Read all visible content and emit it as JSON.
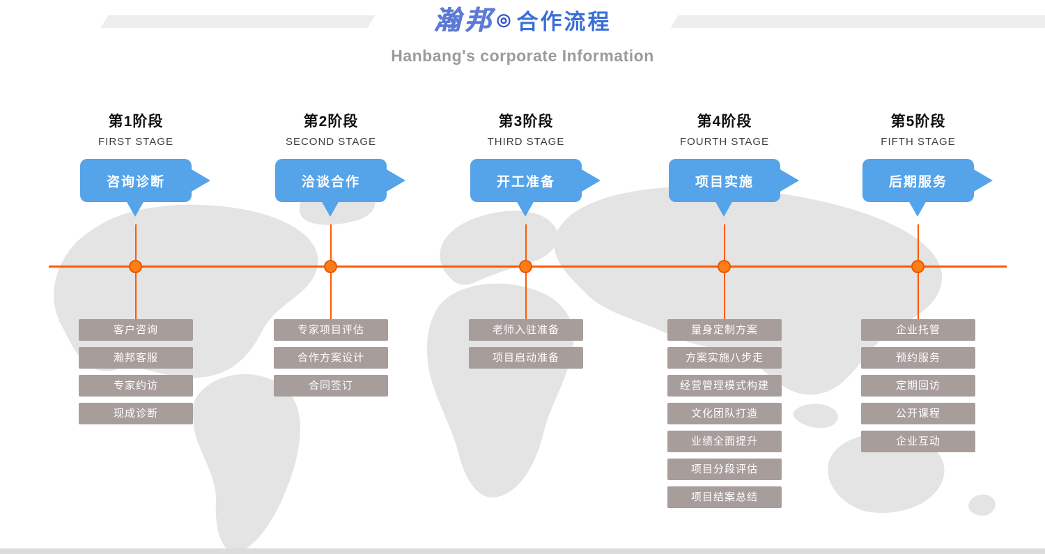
{
  "header": {
    "logo": "瀚邦",
    "logo_separator": "◎",
    "title": "合作流程",
    "subtitle": "Hanbang's corporate Information"
  },
  "stages": [
    {
      "heading": "第1阶段",
      "heading_en": "FIRST STAGE",
      "bubble": "咨询诊断",
      "items": [
        "客户咨询",
        "瀚邦客服",
        "专家约访",
        "现成诊断"
      ]
    },
    {
      "heading": "第2阶段",
      "heading_en": "SECOND STAGE",
      "bubble": "洽谈合作",
      "items": [
        "专家项目评估",
        "合作方案设计",
        "合同签订"
      ]
    },
    {
      "heading": "第3阶段",
      "heading_en": "THIRD STAGE",
      "bubble": "开工准备",
      "items": [
        "老师入驻准备",
        "项目启动准备"
      ]
    },
    {
      "heading": "第4阶段",
      "heading_en": "FOURTH STAGE",
      "bubble": "项目实施",
      "items": [
        "量身定制方案",
        "方案实施八步走",
        "经营管理模式构建",
        "文化团队打造",
        "业绩全面提升",
        "项目分段评估",
        "项目结案总结"
      ]
    },
    {
      "heading": "第5阶段",
      "heading_en": "FIFTH STAGE",
      "bubble": "后期服务",
      "items": [
        "企业托管",
        "预约服务",
        "定期回访",
        "公开课程",
        "企业互动"
      ]
    }
  ],
  "colors": {
    "bubble_blue": "#55A3E9",
    "timeline_orange": "#FF5A00",
    "box_gray": "#A79D9B",
    "title_blue": "#3A6FD8",
    "logo_blue": "#5B79D6",
    "subtitle_gray": "#9B9B9B"
  }
}
